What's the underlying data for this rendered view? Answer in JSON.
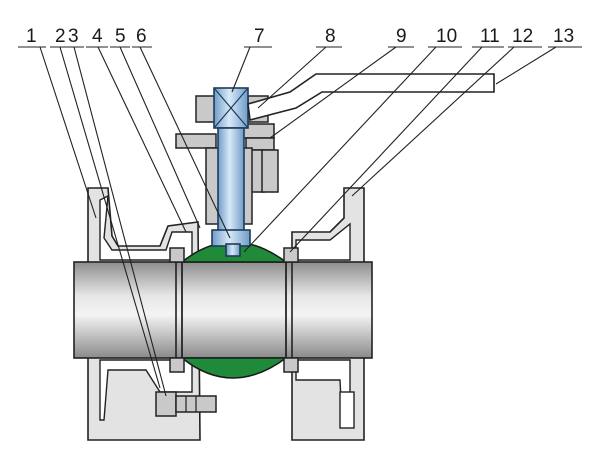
{
  "labels": [
    "1",
    "2",
    "3",
    "4",
    "5",
    "6",
    "7",
    "8",
    "9",
    "10",
    "11",
    "12",
    "13"
  ],
  "colors": {
    "ball": "#1f8a3a",
    "stem": "#9ec3e6",
    "body": "#e3e3e3",
    "pipe": "#c4c4c4",
    "lines": "#222222"
  }
}
